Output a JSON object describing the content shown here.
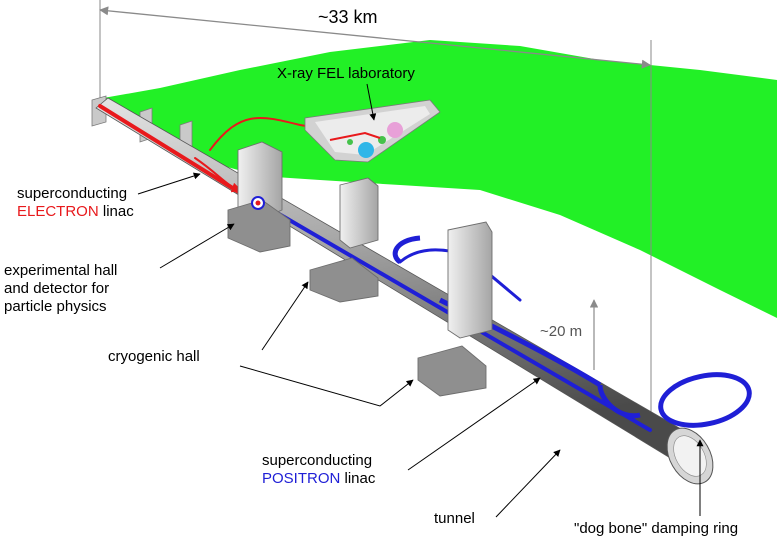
{
  "labels": {
    "length": "~33 km",
    "fel_lab": "X-ray FEL laboratory",
    "electron_line1": "superconducting",
    "electron_word": "ELECTRON",
    "electron_tail": "linac",
    "exp_hall_1": "experimental hall",
    "exp_hall_2": "and detector for",
    "exp_hall_3": "particle physics",
    "cryo_hall": "cryogenic hall",
    "depth": "~20 m",
    "positron_line1": "superconducting",
    "positron_word": "POSITRON",
    "positron_tail": "linac",
    "tunnel": "tunnel",
    "damping_ring": "\"dog bone\" damping ring"
  },
  "colors": {
    "ground": "#22f026",
    "electron": "#e8191c",
    "positron": "#1f1fd6",
    "tunnel": "#9a9a9a",
    "shaft": "#cfcfcf"
  }
}
